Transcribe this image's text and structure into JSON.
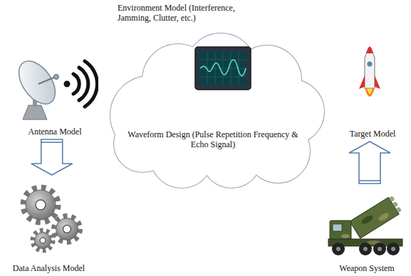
{
  "diagram": {
    "nodes": [
      {
        "text": [
          "Environment Model (Interference, Jamming, Clutter, etc.)",
          "Waveform Design (Pulse Repetition Frequency & Echo Signal)"
        ]
      },
      {
        "text": [
          "Antenna Model"
        ]
      },
      {
        "text": [
          "Target Model"
        ]
      },
      {
        "text": [
          "Data Analysis Model"
        ]
      },
      {
        "text": [
          "Weapon System"
        ]
      }
    ],
    "edges": [
      {
        "from": 1,
        "to": 3,
        "arrow": "to"
      },
      {
        "from": 4,
        "to": 2,
        "arrow": "to"
      }
    ]
  }
}
